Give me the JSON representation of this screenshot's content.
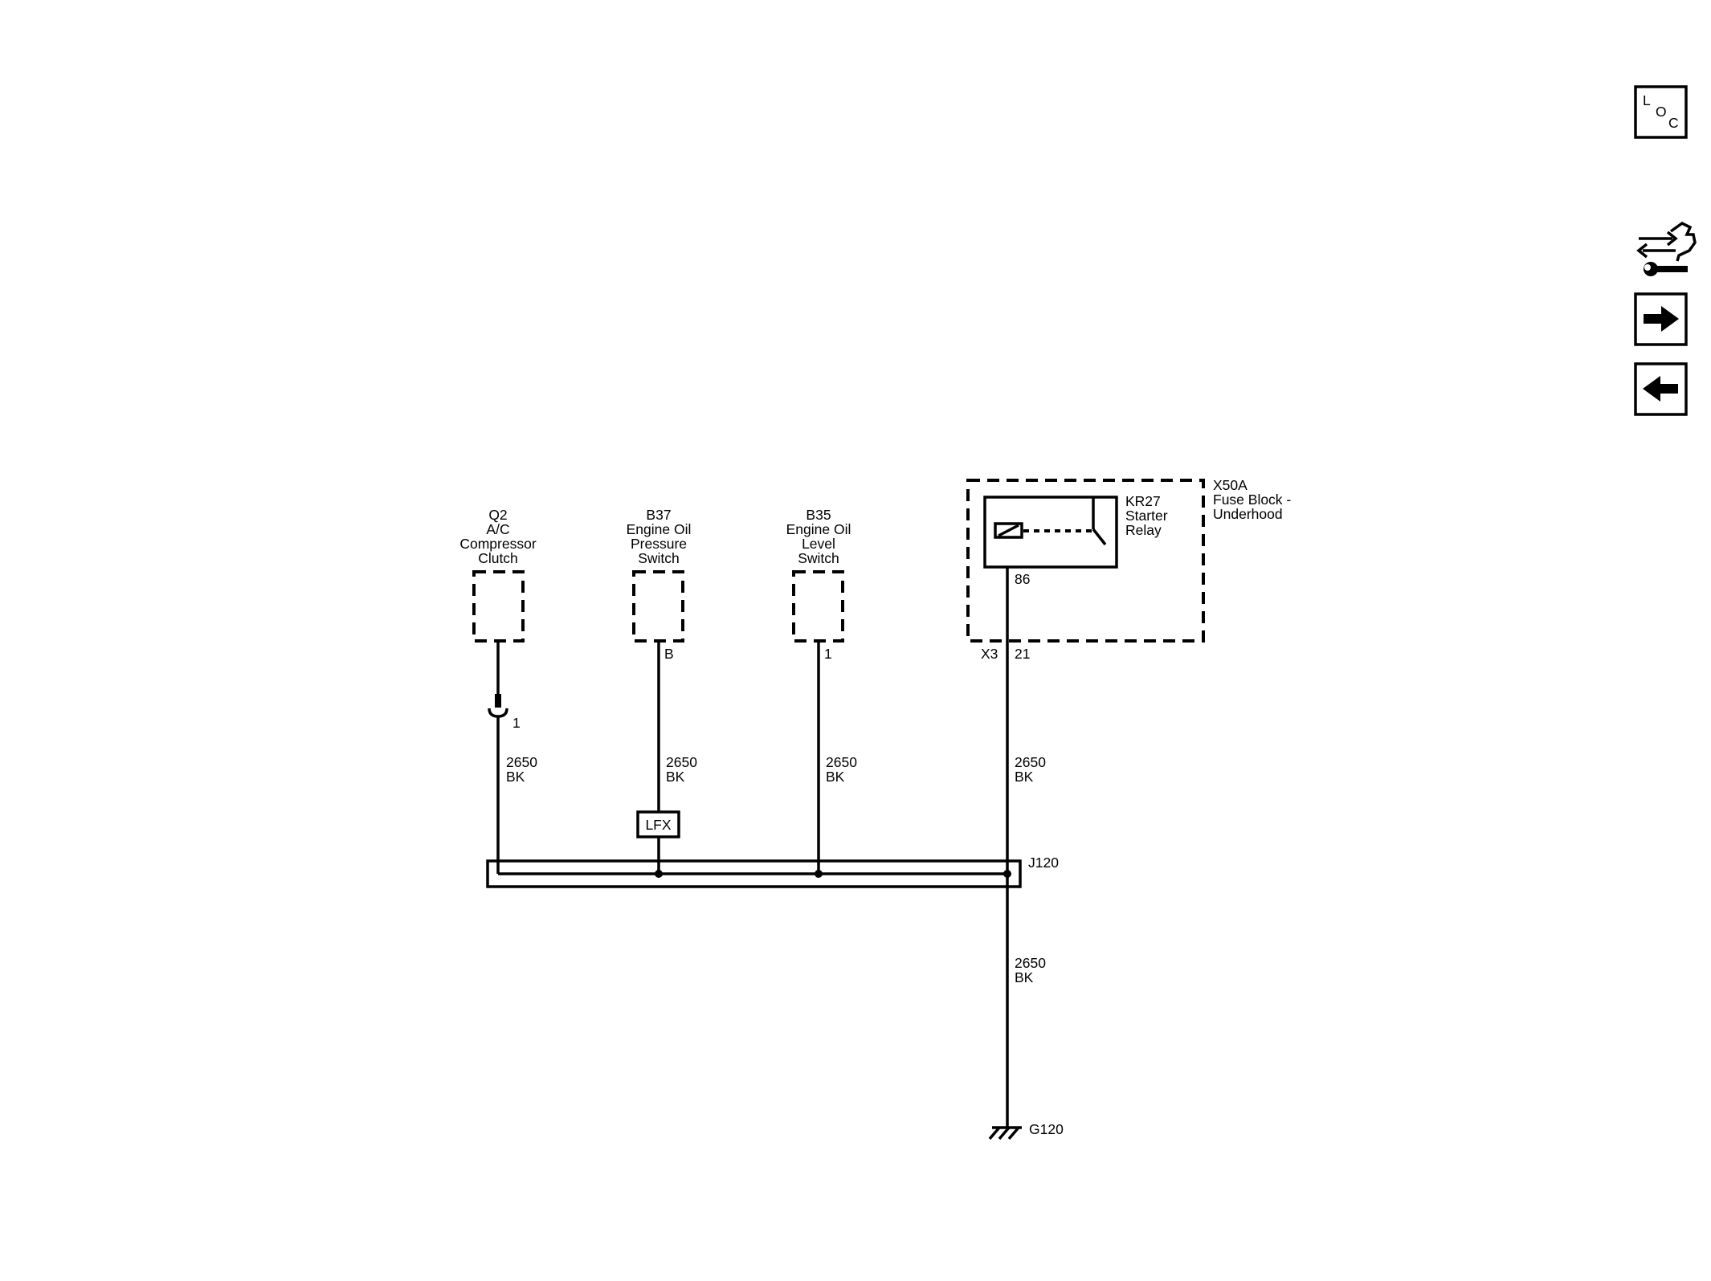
{
  "components": {
    "q2": {
      "lines": [
        "Q2",
        "A/C",
        "Compressor",
        "Clutch"
      ],
      "pin": "1"
    },
    "b37": {
      "lines": [
        "B37",
        "Engine Oil",
        "Pressure",
        "Switch"
      ],
      "pin": "B"
    },
    "b35": {
      "lines": [
        "B35",
        "Engine Oil",
        "Level",
        "Switch"
      ],
      "pin": "1"
    },
    "x50a": {
      "lines": [
        "X50A",
        "Fuse Block -",
        "Underhood"
      ],
      "connector": "X3",
      "pin": "21"
    },
    "kr27": {
      "lines": [
        "KR27",
        "Starter",
        "Relay"
      ],
      "pin": "86"
    }
  },
  "wires": {
    "q2": {
      "circuit": "2650",
      "color": "BK"
    },
    "b37": {
      "circuit": "2650",
      "color": "BK"
    },
    "b35": {
      "circuit": "2650",
      "color": "BK"
    },
    "x50a": {
      "circuit": "2650",
      "color": "BK"
    },
    "ground": {
      "circuit": "2650",
      "color": "BK"
    }
  },
  "option_box": "LFX",
  "splice": "J120",
  "ground": "G120",
  "toolbar": {
    "loc_letters": [
      "L",
      "O",
      "C"
    ]
  },
  "icons": {
    "loc": "loc-icon",
    "component_tools": "connector-wrench-icon",
    "next": "arrow-right-icon",
    "prev": "arrow-left-icon"
  }
}
